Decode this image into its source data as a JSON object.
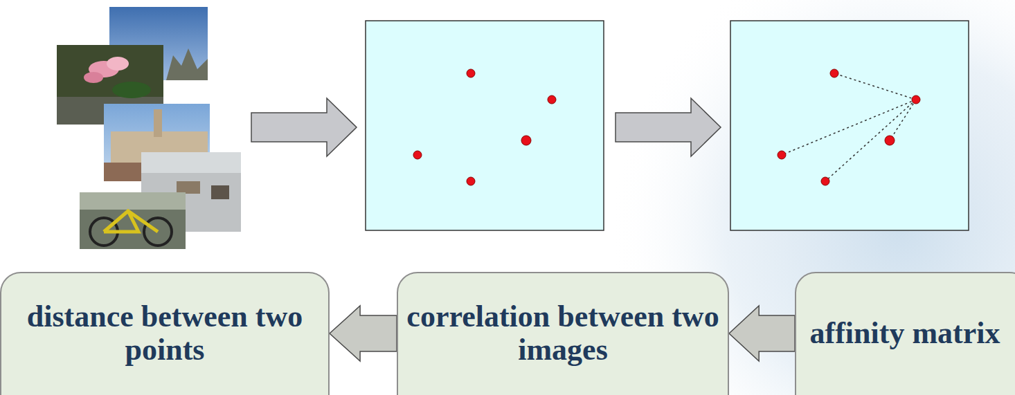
{
  "diagram": {
    "nodes": [
      {
        "text": [
          "distance between two points"
        ]
      },
      {
        "text": [
          "correlation between two images"
        ]
      },
      {
        "text": [
          "affinity matrix"
        ]
      }
    ],
    "edges": [
      {
        "from": 2,
        "to": 1,
        "arrow": "to"
      },
      {
        "from": 1,
        "to": 0,
        "arrow": "to"
      }
    ]
  }
}
